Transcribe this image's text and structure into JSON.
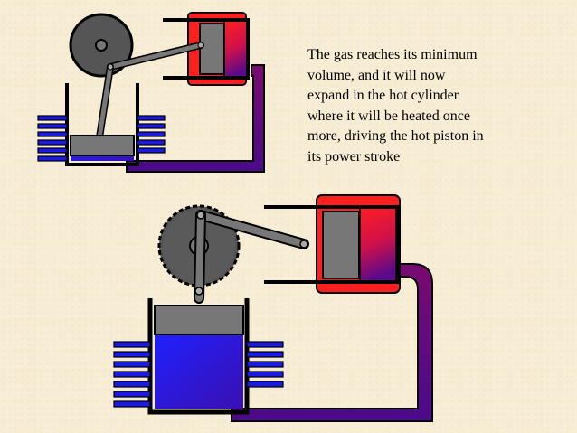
{
  "caption": {
    "lines": [
      "The gas reaches its minimum",
      "volume, and it will now",
      "expand in the hot cylinder",
      "where it will be heated once",
      "more, driving the hot piston in",
      "its power stroke"
    ]
  },
  "colors": {
    "background": "#f7ecd4",
    "hot_red": "#ff1f1f",
    "cold_blue": "#1a1ae8",
    "gas_purple": "#5a0a8a",
    "metal_gray": "#7a7a7a",
    "outline_black": "#000000"
  },
  "figures": [
    {
      "name": "small-stirling-engine",
      "cold_gas_level": 0.0
    },
    {
      "name": "large-stirling-engine",
      "cold_gas_level": 1.0
    }
  ]
}
